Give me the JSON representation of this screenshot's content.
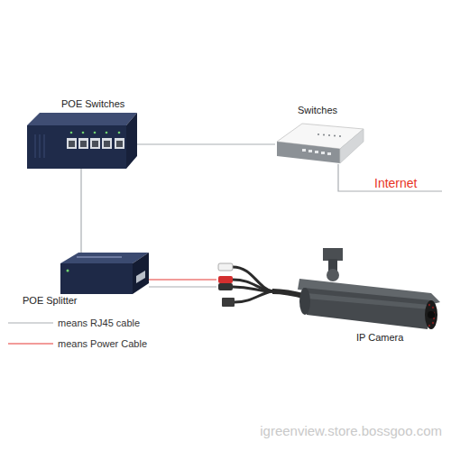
{
  "diagram": {
    "nodes": [
      {
        "text": [
          "POE Switches"
        ]
      },
      {
        "text": [
          "Switches"
        ]
      },
      {
        "text": [
          "POE Splitter"
        ]
      },
      {
        "text": [
          "IP Camera"
        ]
      }
    ],
    "edges": [
      {
        "from": 0,
        "to": 1,
        "arrow": "none"
      },
      {
        "from": 0,
        "to": 2,
        "arrow": "none"
      },
      {
        "from": 2,
        "to": 3,
        "arrow": "none"
      },
      {
        "from": 2,
        "to": 3,
        "arrow": "none"
      }
    ],
    "labels": [
      "Internet",
      "igreenview.store.bossgoo.com"
    ],
    "legend": [
      {
        "text": "means RJ45 cable"
      },
      {
        "text": "means Power Cable"
      }
    ]
  }
}
